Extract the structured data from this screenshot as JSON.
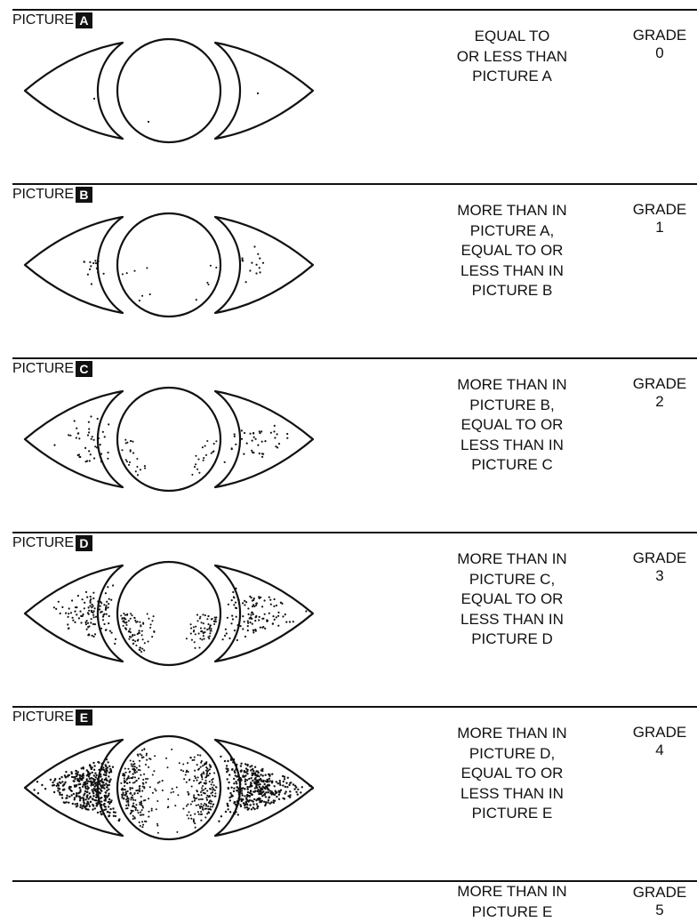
{
  "panels": [
    {
      "label": "PICTURE",
      "letter": "A",
      "description": [
        "EQUAL TO",
        "OR LESS THAN",
        "PICTURE A"
      ],
      "grade_label": "GRADE",
      "grade_value": "0",
      "stipple_level": 0
    },
    {
      "label": "PICTURE",
      "letter": "B",
      "description": [
        "MORE THAN IN",
        "PICTURE A,",
        "EQUAL TO OR",
        "LESS THAN IN",
        "PICTURE B"
      ],
      "grade_label": "GRADE",
      "grade_value": "1",
      "stipple_level": 1
    },
    {
      "label": "PICTURE",
      "letter": "C",
      "description": [
        "MORE THAN IN",
        "PICTURE B,",
        "EQUAL TO OR",
        "LESS THAN IN",
        "PICTURE C"
      ],
      "grade_label": "GRADE",
      "grade_value": "2",
      "stipple_level": 2
    },
    {
      "label": "PICTURE",
      "letter": "D",
      "description": [
        "MORE THAN IN",
        "PICTURE C,",
        "EQUAL TO OR",
        "LESS THAN IN",
        "PICTURE D"
      ],
      "grade_label": "GRADE",
      "grade_value": "3",
      "stipple_level": 3
    },
    {
      "label": "PICTURE",
      "letter": "E",
      "description": [
        "MORE THAN IN",
        "PICTURE D,",
        "EQUAL TO OR",
        "LESS THAN IN",
        "PICTURE E"
      ],
      "grade_label": "GRADE",
      "grade_value": "4",
      "stipple_level": 4
    },
    {
      "label": "",
      "letter": "",
      "description": [
        "MORE THAN IN",
        "PICTURE E"
      ],
      "grade_label": "GRADE",
      "grade_value": "5",
      "stipple_level": null
    }
  ]
}
